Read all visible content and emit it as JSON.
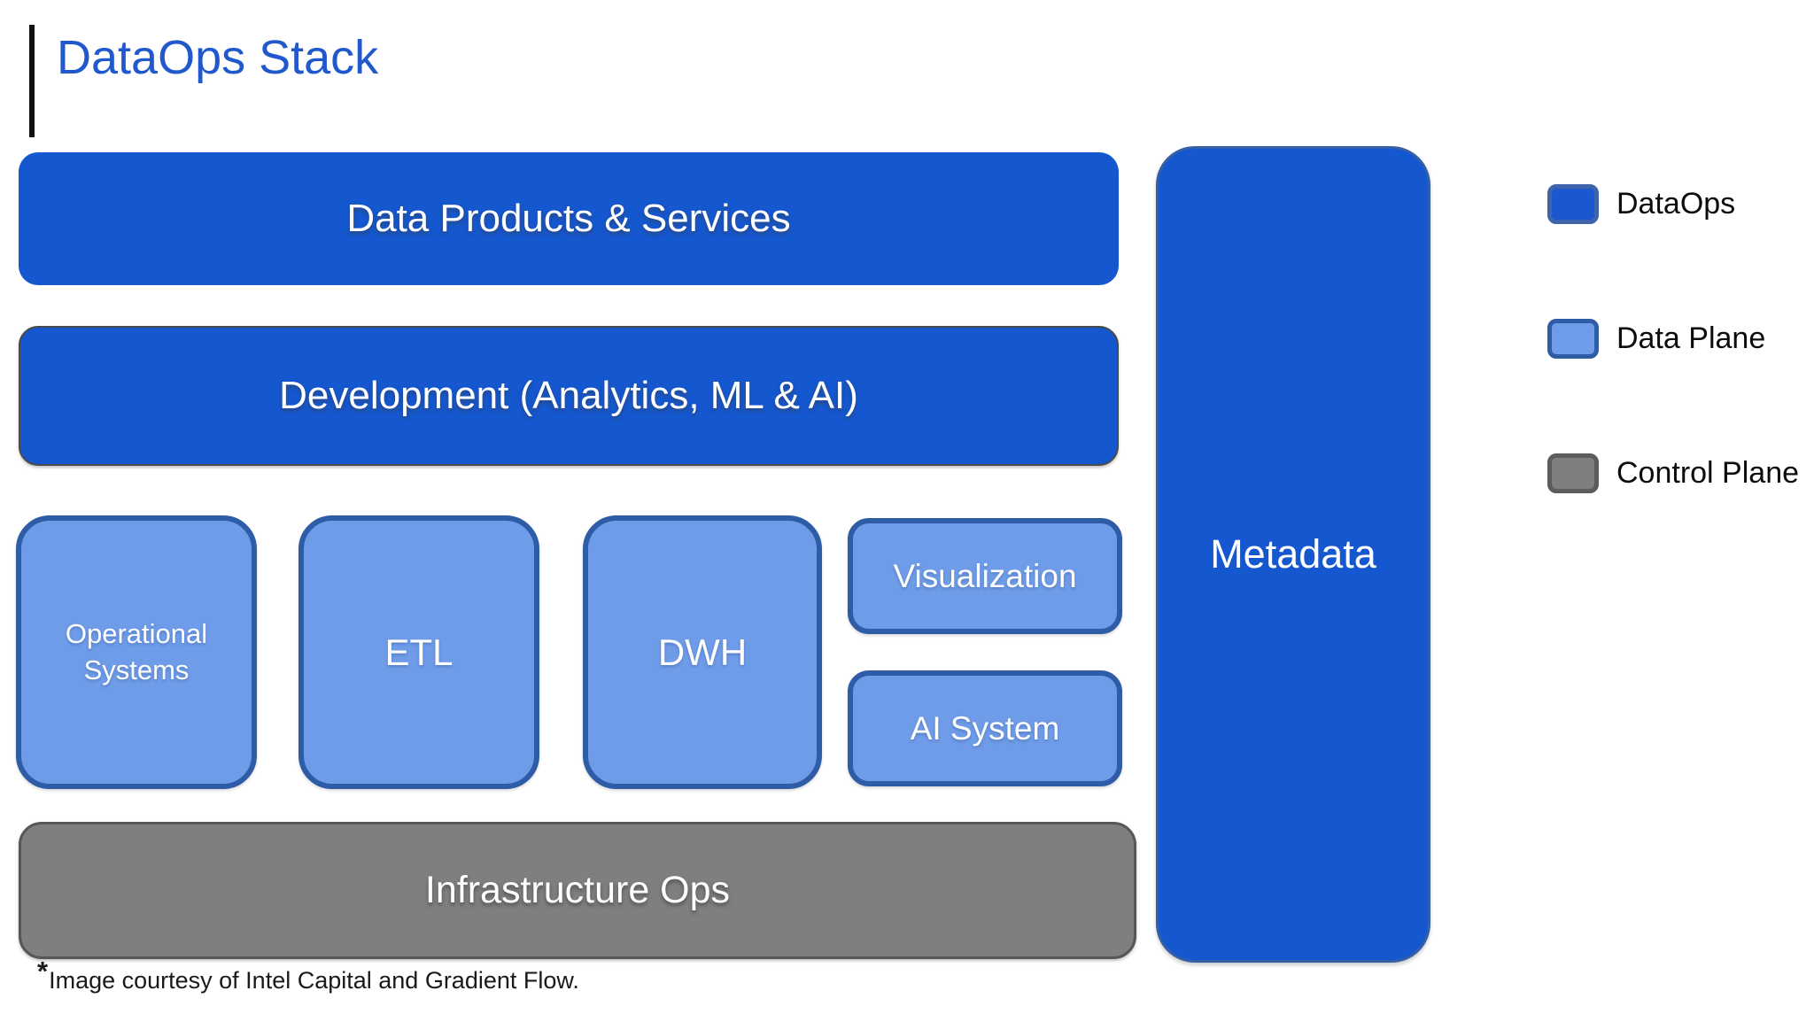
{
  "page": {
    "title": "DataOps Stack",
    "footnote_marker": "*",
    "footnote_text": "Image courtesy of Intel Capital and Gradient Flow."
  },
  "diagram": {
    "dataops_layers": [
      {
        "id": "data-products-services",
        "label": "Data Products & Services",
        "plane": "DataOps"
      },
      {
        "id": "development",
        "label": "Development (Analytics, ML & AI)",
        "plane": "DataOps"
      }
    ],
    "data_plane_boxes": [
      {
        "id": "operational-systems",
        "label": "Operational Systems"
      },
      {
        "id": "etl",
        "label": "ETL"
      },
      {
        "id": "dwh",
        "label": "DWH"
      },
      {
        "id": "visualization",
        "label": "Visualization"
      },
      {
        "id": "ai-system",
        "label": "AI System"
      }
    ],
    "infrastructure": {
      "label": "Infrastructure Ops",
      "plane": "Control Plane"
    },
    "metadata": {
      "label": "Metadata",
      "plane": "DataOps"
    }
  },
  "legend": {
    "items": [
      {
        "label": "DataOps",
        "fill": "#1b57ce",
        "border": "#3e64ab"
      },
      {
        "label": "Data Plane",
        "fill": "#6f9ce8",
        "border": "#2e5ca6"
      },
      {
        "label": "Control Plane",
        "fill": "#7f7f7f",
        "border": "#5c5c5c"
      }
    ]
  },
  "colors": {
    "dataops_fill": "#1557cf",
    "data_plane_fill": "#6f9ce8",
    "data_plane_border": "#2e5ca6",
    "control_plane_fill": "#7f7f7f",
    "title_text": "#2158cc",
    "box_label_text": "#ffffff"
  }
}
